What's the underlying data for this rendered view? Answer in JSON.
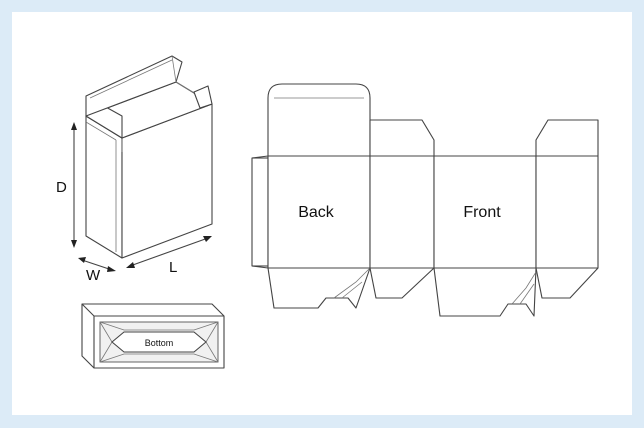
{
  "box_3d": {
    "dim_depth": "D",
    "dim_width": "W",
    "dim_length": "L"
  },
  "bottom_view": {
    "label": "Bottom"
  },
  "dieline": {
    "panel_back": "Back",
    "panel_front": "Front"
  },
  "colors": {
    "page_background": "#dcebf7",
    "panel_background": "#ffffff",
    "line": "#444444"
  }
}
